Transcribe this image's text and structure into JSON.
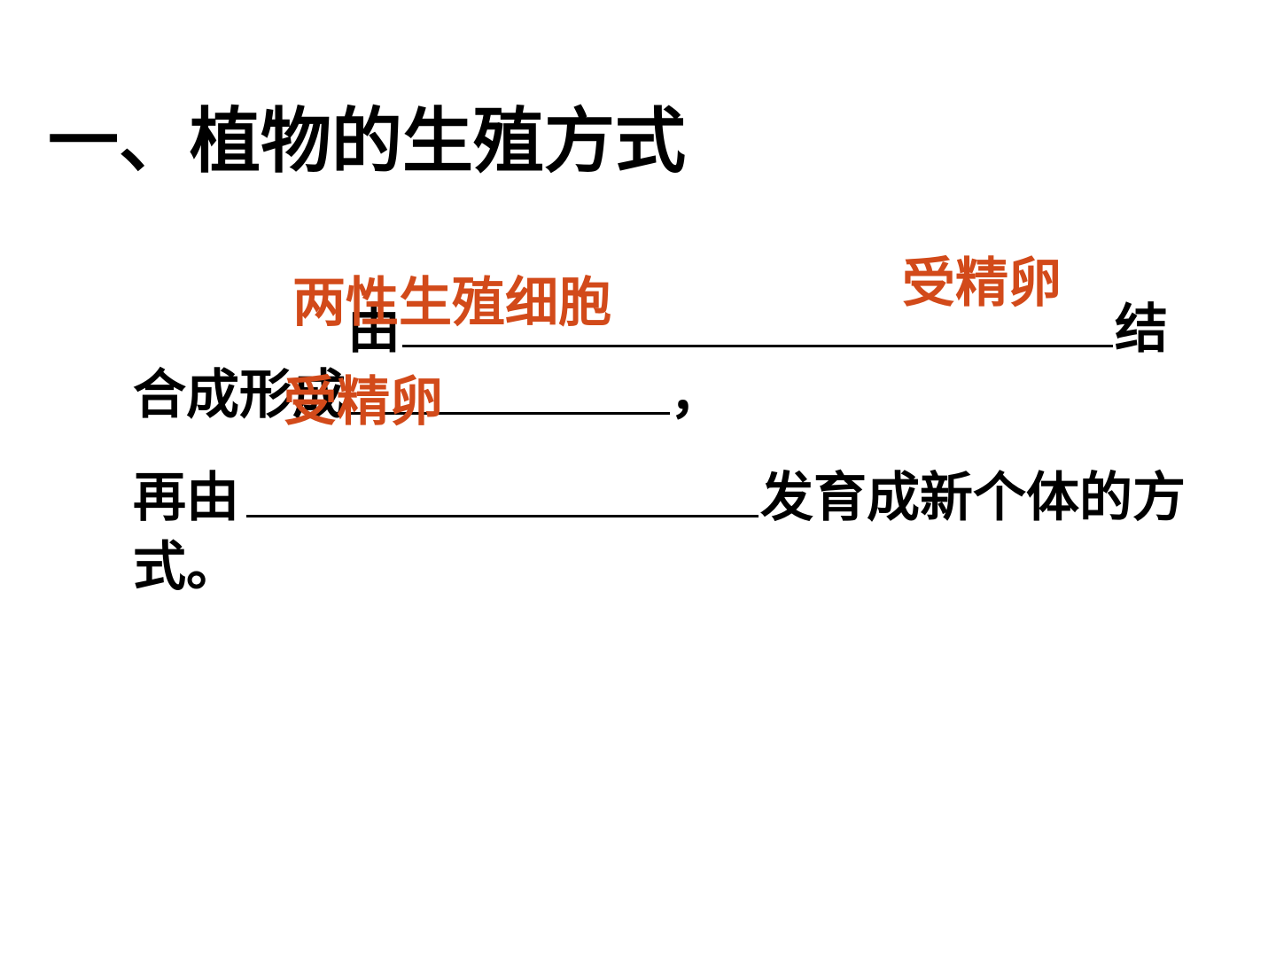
{
  "slide": {
    "title": "一、植物的生殖方式",
    "line1_prefix": "由",
    "line1_suffix": "结",
    "line2_prefix": "合成形成",
    "line2_suffix": "，",
    "line3_prefix": "再由",
    "line3_suffix": "发育成新个体的方",
    "line4": "式。",
    "answers": {
      "blank1": "两性生殖细胞",
      "blank1b": "受精卵",
      "blank2": "受精卵"
    }
  },
  "colors": {
    "answer": "#d24a1a",
    "text": "#000000",
    "background": "#ffffff"
  }
}
